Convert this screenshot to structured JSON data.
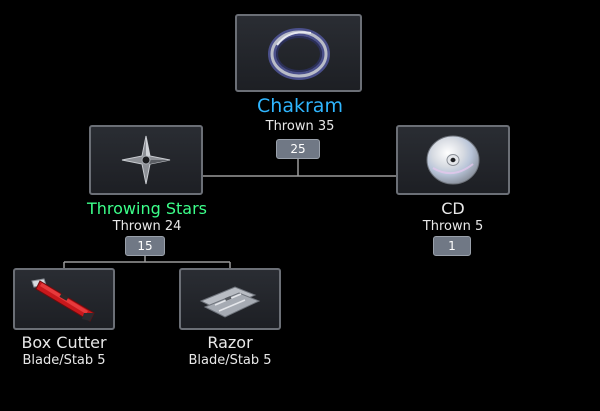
{
  "colors": {
    "chakram_name": "#2fb6ff",
    "stars_name": "#3cff8a",
    "default_name": "#e8e8e8",
    "connector": "#9a9a9a"
  },
  "nodes": {
    "chakram": {
      "name": "Chakram",
      "stat": "Thrown 35",
      "badge": "25",
      "icon": "chakram-ring-icon"
    },
    "throwing_stars": {
      "name": "Throwing Stars",
      "stat": "Thrown 24",
      "badge": "15",
      "icon": "shuriken-icon"
    },
    "cd": {
      "name": "CD",
      "stat": "Thrown 5",
      "badge": "1",
      "icon": "compact-disc-icon"
    },
    "box_cutter": {
      "name": "Box Cutter",
      "stat": "Blade/Stab 5",
      "icon": "box-cutter-icon"
    },
    "razor": {
      "name": "Razor",
      "stat": "Blade/Stab 5",
      "icon": "razor-blade-icon"
    }
  }
}
